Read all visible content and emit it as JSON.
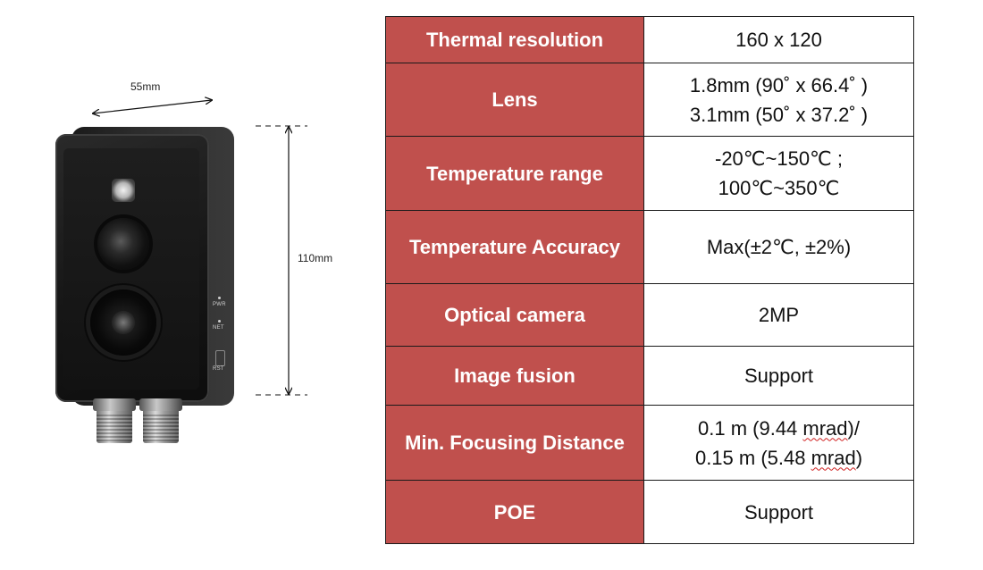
{
  "dimensions": {
    "width_label": "55mm",
    "height_label": "110mm"
  },
  "camera_labels": {
    "pwr": "PWR",
    "net": "NET",
    "rst": "RST"
  },
  "colors": {
    "label_background": "#c0504d",
    "label_text": "#ffffff",
    "border": "#1a1a1a"
  },
  "specs": [
    {
      "label": "Thermal resolution",
      "value_lines": [
        "160 x 120"
      ]
    },
    {
      "label": "Lens",
      "value_lines": [
        "1.8mm (90˚  x 66.4˚  )",
        "3.1mm (50˚  x 37.2˚  )"
      ]
    },
    {
      "label": "Temperature range",
      "value_lines": [
        "-20℃~150℃ ;",
        "100℃~350℃"
      ]
    },
    {
      "label": "Temperature Accuracy",
      "value_lines": [
        "Max(±2℃, ±2%)"
      ]
    },
    {
      "label": "Optical camera",
      "value_lines": [
        "2MP"
      ]
    },
    {
      "label": "Image fusion",
      "value_lines": [
        "Support"
      ]
    },
    {
      "label": "Min. Focusing Distance",
      "value_lines": [
        "0.1 m (9.44 ",
        "mrad",
        ")/",
        "0.15 m (5.48 ",
        "mrad",
        ")"
      ]
    },
    {
      "label": "POE",
      "value_lines": [
        "Support"
      ]
    }
  ]
}
